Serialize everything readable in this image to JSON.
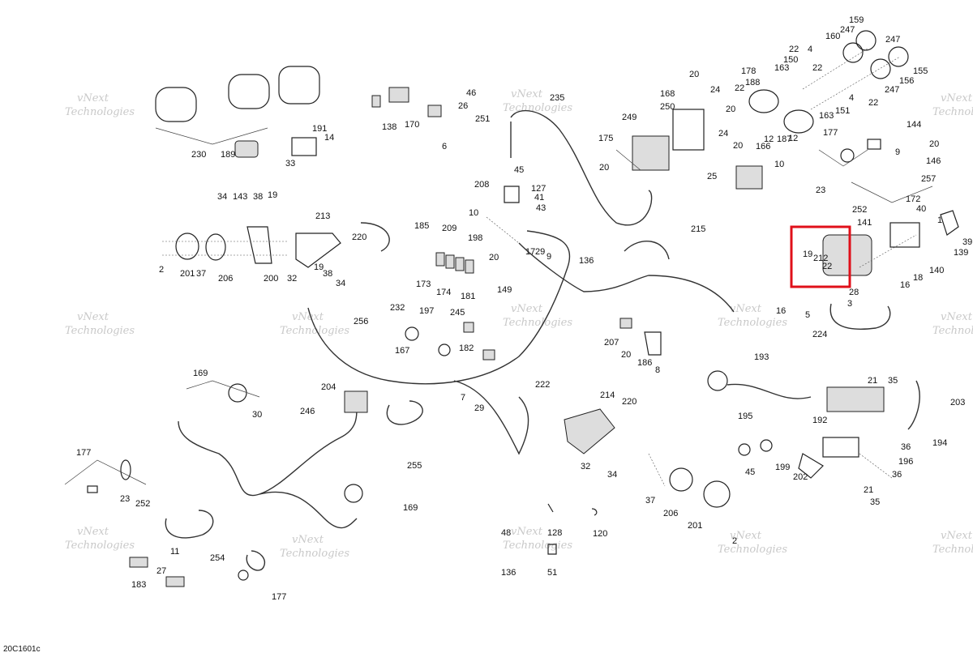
{
  "diagram": {
    "figure_code": "20C1601c",
    "watermark": {
      "line1": "vNext",
      "line2": "Technologies",
      "line2b": "Technologies"
    },
    "highlight_color": "#e0101a",
    "callouts": [
      "230",
      "189",
      "33",
      "191",
      "14",
      "138",
      "170",
      "46",
      "26",
      "251",
      "6",
      "235",
      "249",
      "175",
      "20",
      "168",
      "250",
      "24",
      "20",
      "188",
      "22",
      "12",
      "187",
      "163",
      "150",
      "22",
      "4",
      "160",
      "247",
      "159",
      "247",
      "155",
      "156",
      "247",
      "163",
      "4",
      "22",
      "151",
      "177",
      "144",
      "20",
      "9",
      "146",
      "257",
      "23",
      "172",
      "252",
      "40",
      "1",
      "39",
      "139",
      "140",
      "18",
      "16",
      "141",
      "19",
      "212",
      "22",
      "28",
      "3",
      "16",
      "5",
      "224",
      "34",
      "143",
      "38",
      "19",
      "213",
      "220",
      "2",
      "201",
      "37",
      "206",
      "200",
      "32",
      "19",
      "38",
      "34",
      "185",
      "209",
      "198",
      "173",
      "174",
      "181",
      "208",
      "45",
      "127",
      "41",
      "43",
      "10",
      "20",
      "17",
      "29",
      "9",
      "136",
      "215",
      "149",
      "232",
      "197",
      "245",
      "167",
      "182",
      "207",
      "20",
      "186",
      "8",
      "256",
      "169",
      "30",
      "204",
      "246",
      "255",
      "7",
      "29",
      "222",
      "214",
      "220",
      "32",
      "34",
      "193",
      "21",
      "35",
      "192",
      "203",
      "194",
      "195",
      "45",
      "199",
      "202",
      "36",
      "196",
      "36",
      "21",
      "35",
      "177",
      "23",
      "252",
      "169",
      "11",
      "254",
      "27",
      "183",
      "177",
      "37",
      "206",
      "201",
      "2",
      "48",
      "128",
      "120",
      "136",
      "51",
      "166",
      "25",
      "20",
      "10",
      "24",
      "20",
      "178",
      "12",
      "22"
    ]
  }
}
